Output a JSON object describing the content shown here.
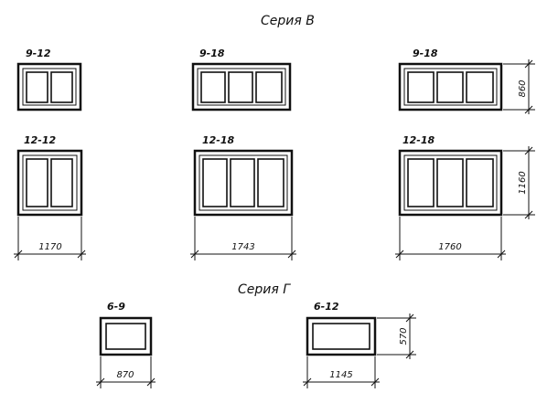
{
  "series_b": {
    "heading": "Серия В",
    "windows": [
      {
        "mark": "9-12"
      },
      {
        "mark": "9-18"
      },
      {
        "mark": "9-18"
      },
      {
        "mark": "12-12"
      },
      {
        "mark": "12-18"
      },
      {
        "mark": "12-18"
      }
    ],
    "dims": {
      "width_left": "1170",
      "width_mid": "1743",
      "width_right": "1760",
      "height_top": "860",
      "height_bottom": "1160"
    }
  },
  "series_g": {
    "heading": "Серия Г",
    "windows": [
      {
        "mark": "6-9"
      },
      {
        "mark": "6-12"
      }
    ],
    "dims": {
      "width_left": "870",
      "width_right": "1145",
      "height": "570"
    }
  }
}
